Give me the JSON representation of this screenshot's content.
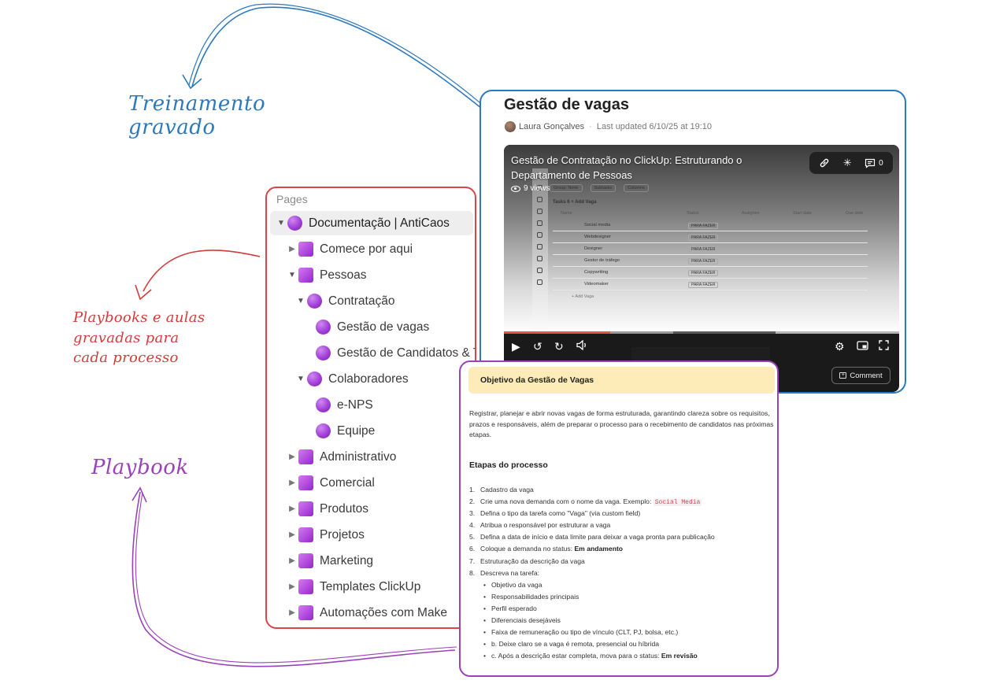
{
  "annotations": {
    "treinamento_line1": "Treinamento",
    "treinamento_line2": "gravado",
    "playbooks_line1": "Playbooks e aulas",
    "playbooks_line2": "gravadas para",
    "playbooks_line3": "cada processo",
    "playbook": "Playbook",
    "colors": {
      "blue": "#2d79bd",
      "red": "#d43b3b",
      "purple": "#9a43b8"
    }
  },
  "sidebar": {
    "header": "Pages",
    "items": [
      {
        "label": "Documentação | AntiCaos",
        "icon": "purple-circle-icon",
        "expanded": true,
        "active": true
      },
      {
        "label": "Comece por aqui",
        "icon": "purple-square-icon",
        "expanded": false
      },
      {
        "label": "Pessoas",
        "icon": "purple-square-icon",
        "expanded": true
      },
      {
        "label": "Contratação",
        "icon": "purple-circle-icon",
        "expanded": true
      },
      {
        "label": "Gestão de vagas",
        "icon": "purple-circle-icon"
      },
      {
        "label": "Gestão de Candidatos & T",
        "icon": "purple-circle-icon"
      },
      {
        "label": "Colaboradores",
        "icon": "purple-circle-icon",
        "expanded": true
      },
      {
        "label": "e-NPS",
        "icon": "purple-circle-icon"
      },
      {
        "label": "Equipe",
        "icon": "purple-circle-icon"
      },
      {
        "label": "Administrativo",
        "icon": "purple-square-icon",
        "expanded": false
      },
      {
        "label": "Comercial",
        "icon": "purple-square-icon",
        "expanded": false
      },
      {
        "label": "Produtos",
        "icon": "purple-square-icon",
        "expanded": false
      },
      {
        "label": "Projetos",
        "icon": "purple-square-icon",
        "expanded": false
      },
      {
        "label": "Marketing",
        "icon": "purple-square-icon",
        "expanded": false
      },
      {
        "label": "Templates ClickUp",
        "icon": "purple-square-icon",
        "expanded": false
      },
      {
        "label": "Automações com Make",
        "icon": "purple-square-icon",
        "expanded": false
      }
    ]
  },
  "doc": {
    "title": "Gestão de vagas",
    "author": "Laura Gonçalves",
    "updated": "Last updated 6/10/25 at 19:10",
    "video": {
      "title": "Gestão de Contratação no ClickUp: Estruturando o Departamento de Pessoas",
      "views": "9 views",
      "comment_count": "0",
      "comment_label": "Comment",
      "progress_fraction": 0.27,
      "screen": {
        "tab_group": "Group: None",
        "tab_subtasks": "Subtasks",
        "tab_columns": "Columns",
        "tasks_label": "Tasks",
        "tasks_count": "6",
        "add_task": "+ Add Vaga",
        "columns": [
          "Name",
          "Status",
          "Assignee",
          "Start date",
          "Due date"
        ],
        "rows": [
          {
            "name": "Social media",
            "status": "PARA FAZER"
          },
          {
            "name": "Webdesigner",
            "status": "PARA FAZER"
          },
          {
            "name": "Designer",
            "status": "PARA FAZER"
          },
          {
            "name": "Gestor de tráfego",
            "status": "PARA FAZER"
          },
          {
            "name": "Copywriting",
            "status": "PARA FAZER"
          },
          {
            "name": "Videomaker",
            "status": "PARA FAZER"
          }
        ],
        "add_vaga": "+ Add Vaga"
      }
    }
  },
  "playbook": {
    "callout": "Objetivo da Gestão de Vagas",
    "intro": "Registrar, planejar e abrir novas vagas de forma estruturada, garantindo clareza sobre os requisitos, prazos e responsáveis, além de preparar o processo para o recebimento de candidatos nas próximas etapas.",
    "heading": "Etapas do processo",
    "steps": {
      "s1": "Cadastro da vaga",
      "s2_pre": "Crie uma nova demanda com o nome da vaga. Exemplo: ",
      "s2_code": "Social Media",
      "s3": "Defina o tipo da tarefa como \"Vaga\" (via custom field)",
      "s4": "Atribua o responsável por estruturar a vaga",
      "s5": "Defina a data de início e data limite para deixar a vaga pronta para publicação",
      "s6_pre": "Coloque a demanda no status: ",
      "s6_bold": "Em andamento",
      "s7": "Estruturação da descrição da vaga",
      "s8": "Descreva na tarefa:",
      "bullets": [
        "Objetivo da vaga",
        "Responsabilidades principais",
        "Perfil esperado",
        "Diferenciais desejáveis",
        "Faixa de remuneração ou tipo de vínculo (CLT, PJ, bolsa, etc.)"
      ],
      "sub_b": "Deixe claro se a vaga é remota, presencial ou híbrida",
      "sub_c_pre": "Após a descrição estar completa, mova para o status: ",
      "sub_c_bold": "Em revisão"
    }
  }
}
